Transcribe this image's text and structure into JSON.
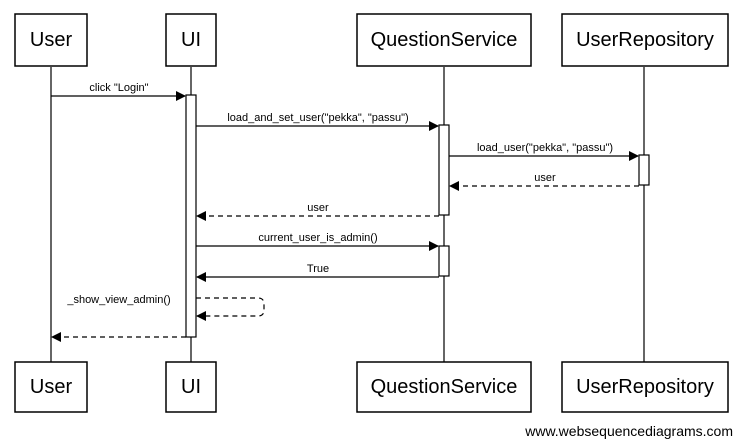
{
  "participants": [
    "User",
    "UI",
    "QuestionService",
    "UserRepository"
  ],
  "messages": [
    {
      "label": "click \"Login\"",
      "from": "User",
      "to": "UI",
      "kind": "call"
    },
    {
      "label": "load_and_set_user(\"pekka\", \"passu\")",
      "from": "UI",
      "to": "QuestionService",
      "kind": "call"
    },
    {
      "label": "load_user(\"pekka\", \"passu\")",
      "from": "QuestionService",
      "to": "UserRepository",
      "kind": "call"
    },
    {
      "label": "user",
      "from": "UserRepository",
      "to": "QuestionService",
      "kind": "return"
    },
    {
      "label": "user",
      "from": "QuestionService",
      "to": "UI",
      "kind": "return"
    },
    {
      "label": "current_user_is_admin()",
      "from": "UI",
      "to": "QuestionService",
      "kind": "call"
    },
    {
      "label": "True",
      "from": "QuestionService",
      "to": "UI",
      "kind": "reply"
    },
    {
      "label": "_show_view_admin()",
      "from": "UI",
      "to": "UI",
      "kind": "self-return"
    },
    {
      "label": "",
      "from": "UI",
      "to": "User",
      "kind": "return"
    }
  ],
  "watermark": "www.websequencediagrams.com"
}
